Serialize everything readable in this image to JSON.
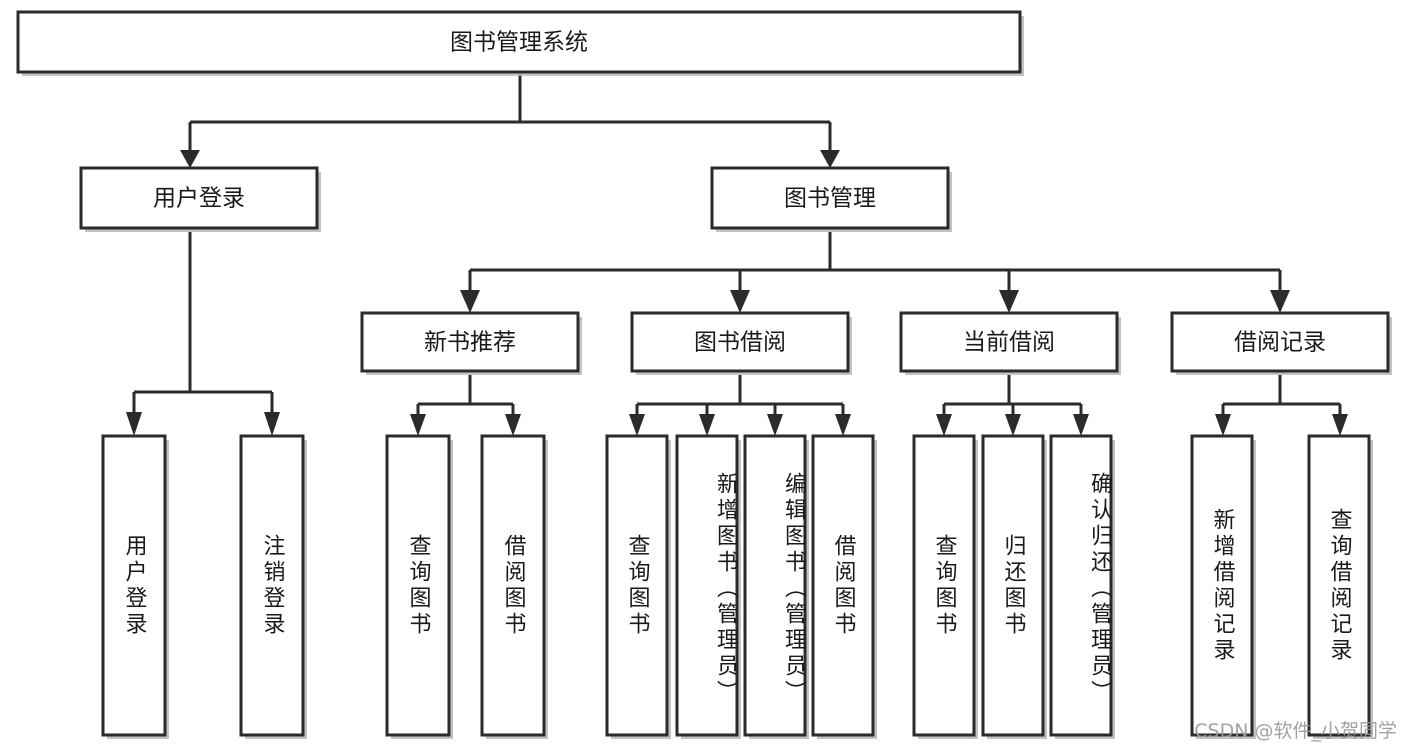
{
  "diagram": {
    "title": "图书管理系统",
    "type": "tree",
    "orientation": "top-down",
    "root": {
      "id": "root",
      "label": "图书管理系统",
      "text_direction": "horizontal"
    },
    "level2": [
      {
        "id": "user-login",
        "label": "用户登录",
        "text_direction": "horizontal"
      },
      {
        "id": "book-manage",
        "label": "图书管理",
        "text_direction": "horizontal"
      }
    ],
    "level3": [
      {
        "id": "new-book-recommend",
        "label": "新书推荐",
        "parent": "book-manage",
        "text_direction": "horizontal"
      },
      {
        "id": "book-borrow",
        "label": "图书借阅",
        "parent": "book-manage",
        "text_direction": "horizontal"
      },
      {
        "id": "current-borrow",
        "label": "当前借阅",
        "parent": "book-manage",
        "text_direction": "horizontal"
      },
      {
        "id": "borrow-record",
        "label": "借阅记录",
        "parent": "book-manage",
        "text_direction": "horizontal"
      }
    ],
    "leaves": [
      {
        "id": "leaf-user-login",
        "label": "用户登录",
        "parent": "user-login",
        "text_direction": "vertical"
      },
      {
        "id": "leaf-logout",
        "label": "注销登录",
        "parent": "user-login",
        "text_direction": "vertical"
      },
      {
        "id": "leaf-query-book-1",
        "label": "查询图书",
        "parent": "new-book-recommend",
        "text_direction": "vertical"
      },
      {
        "id": "leaf-borrow-book-1",
        "label": "借阅图书",
        "parent": "new-book-recommend",
        "text_direction": "vertical"
      },
      {
        "id": "leaf-query-book-2",
        "label": "查询图书",
        "parent": "book-borrow",
        "text_direction": "vertical"
      },
      {
        "id": "leaf-add-book",
        "label": "新增图书（管理员）",
        "parent": "book-borrow",
        "text_direction": "vertical"
      },
      {
        "id": "leaf-edit-book",
        "label": "编辑图书（管理员）",
        "parent": "book-borrow",
        "text_direction": "vertical"
      },
      {
        "id": "leaf-borrow-book-2",
        "label": "借阅图书",
        "parent": "book-borrow",
        "text_direction": "vertical"
      },
      {
        "id": "leaf-query-book-3",
        "label": "查询图书",
        "parent": "current-borrow",
        "text_direction": "vertical"
      },
      {
        "id": "leaf-return-book",
        "label": "归还图书",
        "parent": "current-borrow",
        "text_direction": "vertical"
      },
      {
        "id": "leaf-confirm-return",
        "label": "确认归还（管理员）",
        "parent": "current-borrow",
        "text_direction": "vertical"
      },
      {
        "id": "leaf-add-record",
        "label": "新增借阅记录",
        "parent": "borrow-record",
        "text_direction": "vertical"
      },
      {
        "id": "leaf-query-record",
        "label": "查询借阅记录",
        "parent": "borrow-record",
        "text_direction": "vertical"
      }
    ],
    "colors": {
      "stroke": "#2b2b2b",
      "fill": "#ffffff",
      "text": "#1a1a1a",
      "shadow": "#b9b9b9",
      "background": "#ffffff",
      "watermark": "#9b9b9b"
    }
  },
  "watermark": {
    "text": "CSDN @软件_小贺同学"
  }
}
